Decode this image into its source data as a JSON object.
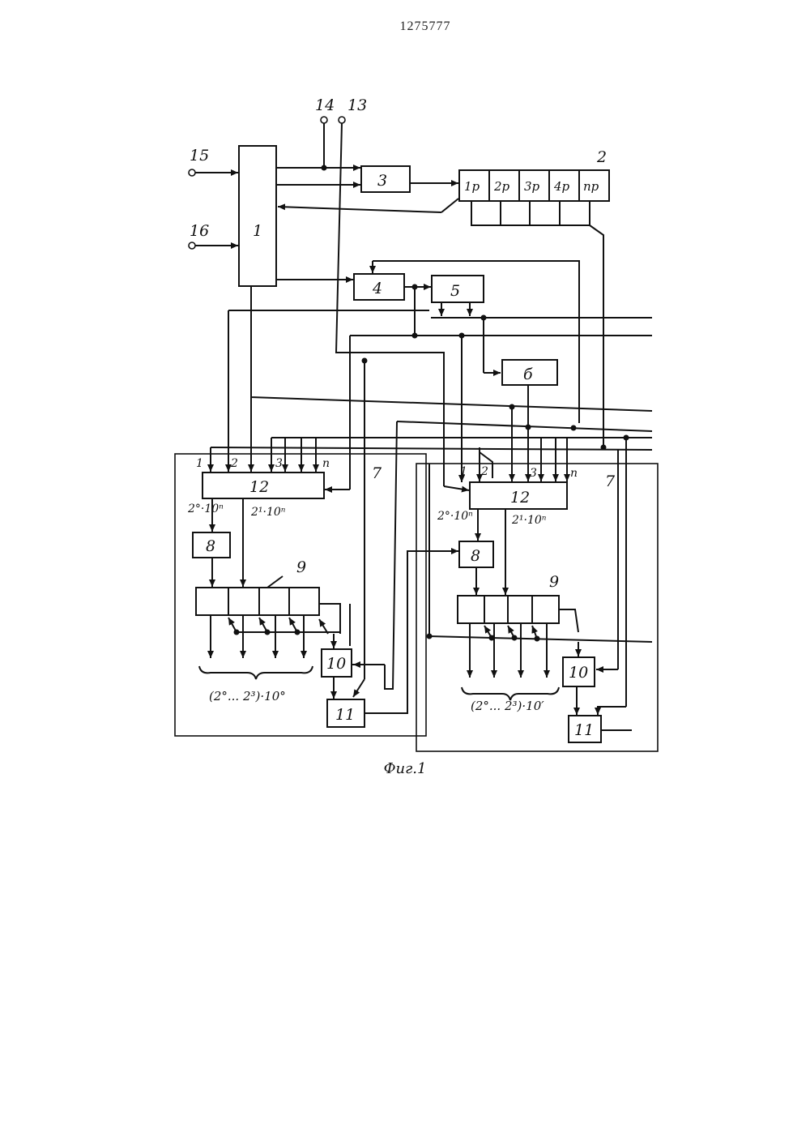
{
  "document_number": "1275777",
  "figure_caption": "Фиг.1",
  "terminals": {
    "t13": "13",
    "t14": "14",
    "t15": "15",
    "t16": "16"
  },
  "blocks": {
    "b1": "1",
    "b2": "2",
    "b3": "3",
    "b4": "4",
    "b5": "5",
    "b6": "б",
    "unit7_left": "7",
    "unit7_right": "7",
    "b8_left": "8",
    "b8_right": "8",
    "b9_left": "9",
    "b9_right": "9",
    "b10_left": "10",
    "b10_right": "10",
    "b11_left": "11",
    "b11_right": "11",
    "b12_left": "12",
    "b12_right": "12"
  },
  "register2_cells": [
    "1р",
    "2р",
    "3р",
    "4р",
    "пр"
  ],
  "block12_inputs": {
    "i1": "1",
    "i2": "2",
    "i3": "3",
    "in": "п"
  },
  "block12_outputs": {
    "out0": "2°·10ⁿ",
    "out1": "2¹·10ⁿ"
  },
  "bus_labels": {
    "left": "(2°... 2³)·10°",
    "right": "(2°... 2³)·10′"
  }
}
